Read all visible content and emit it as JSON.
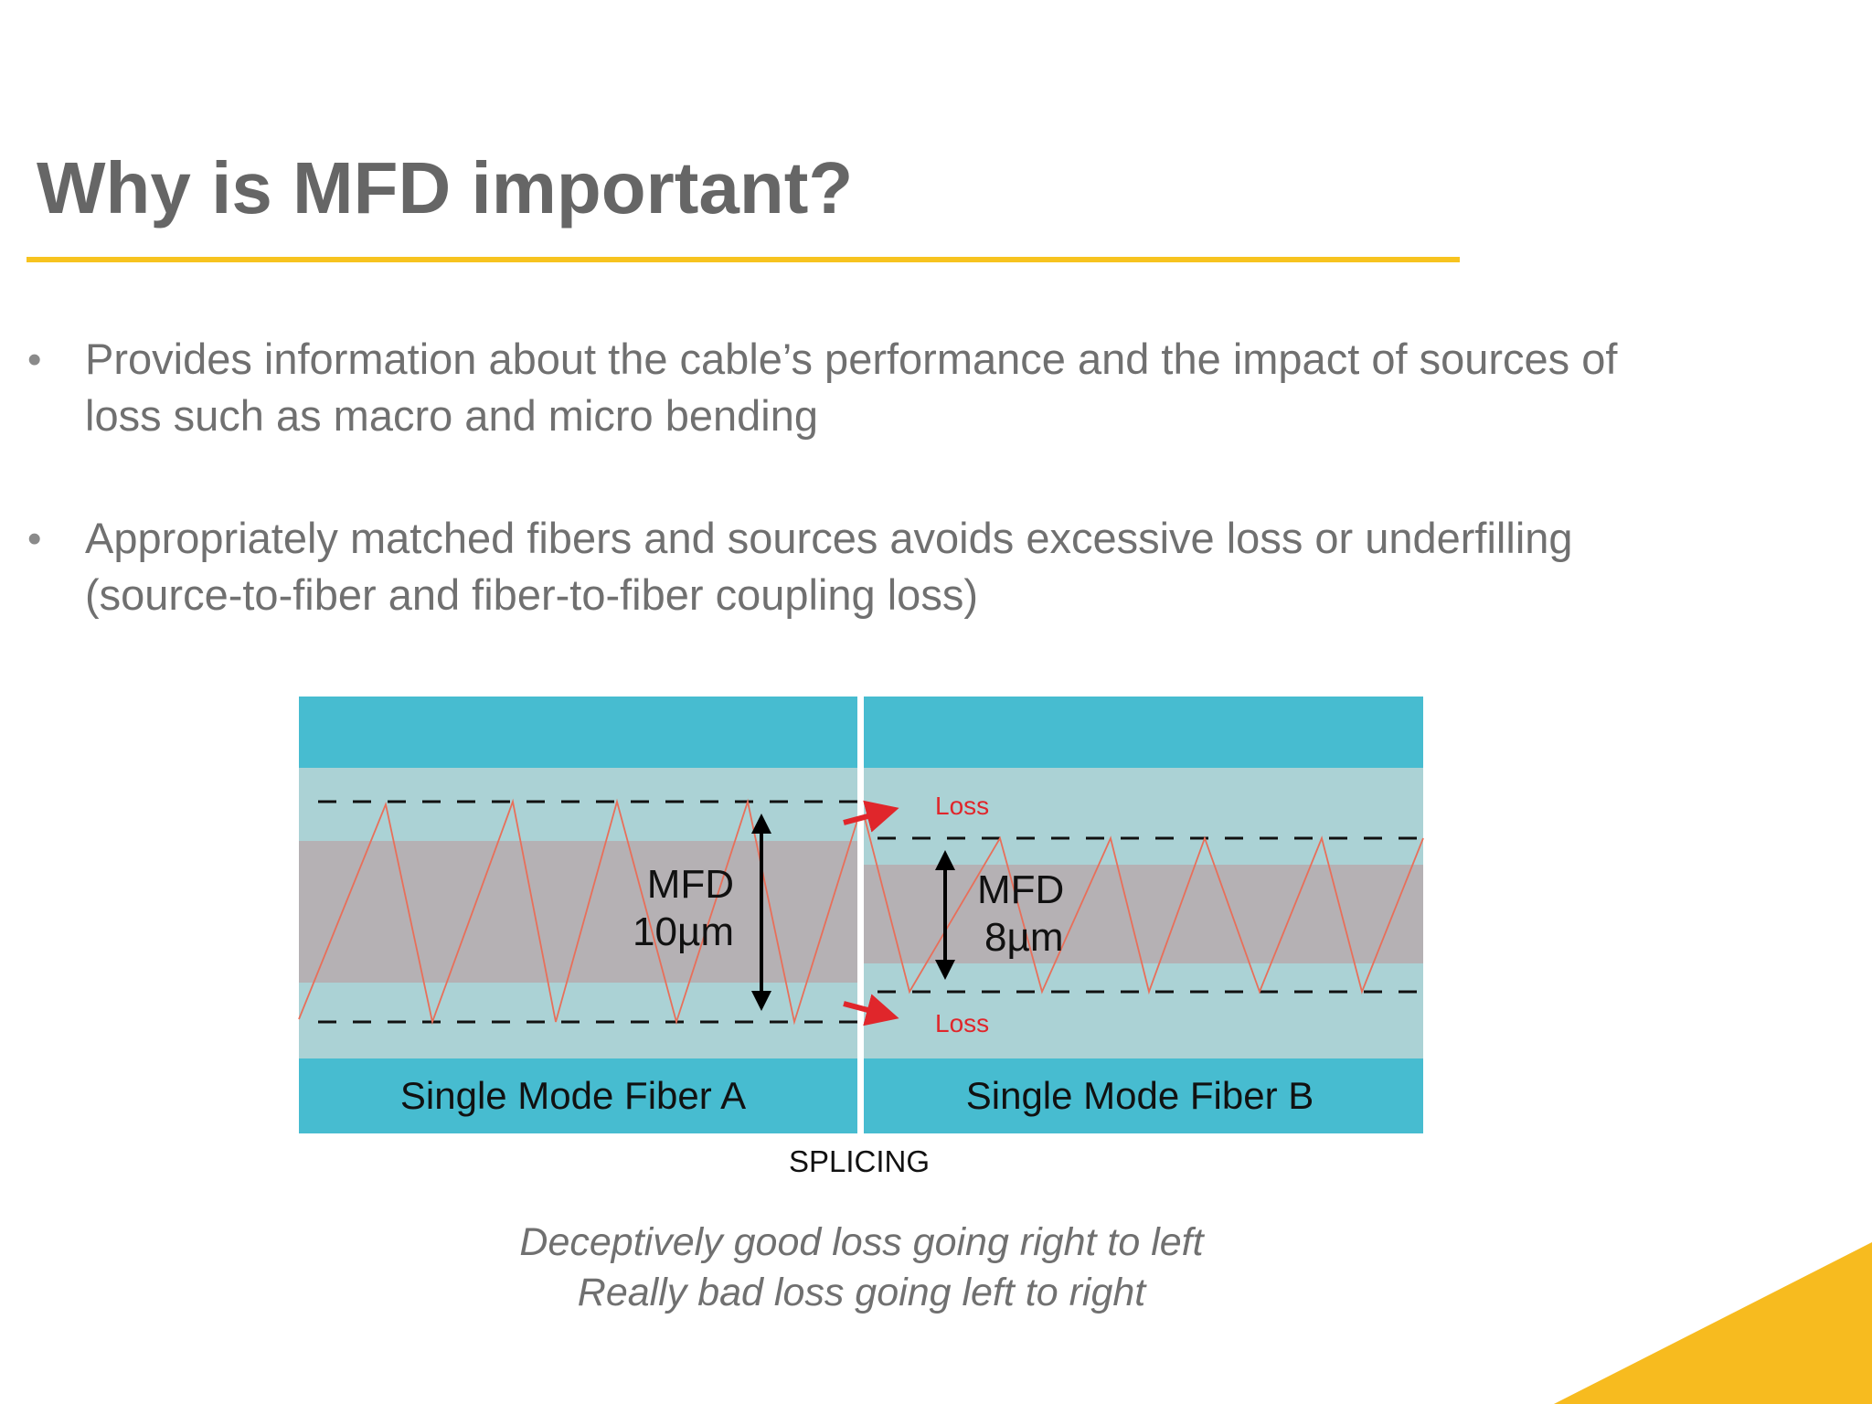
{
  "slide": {
    "title": "Why is MFD important?",
    "accent_color": "#f7c31f",
    "bullets": [
      {
        "line1": "Provides information about the cable’s performance and the impact of sources of",
        "line2": "loss such as macro and micro bending"
      },
      {
        "line1": "Appropriately matched fibers and sources avoids excessive loss or underfilling",
        "line2": "(source-to-fiber and fiber-to-fiber coupling loss)"
      }
    ]
  },
  "diagram": {
    "fiber_a": {
      "label": "Single Mode Fiber A",
      "mfd_line1": "MFD",
      "mfd_line2": "10µm"
    },
    "fiber_b": {
      "label": "Single Mode Fiber B",
      "mfd_line1": "MFD",
      "mfd_line2": "8µm"
    },
    "loss_label_top": "Loss",
    "loss_label_bottom": "Loss",
    "splice_label": "SPLICING",
    "colors": {
      "cladding_outer": "#47bcd0",
      "cladding_inner": "#abd2d5",
      "core": "#b5b1b4",
      "light_ray": "#e86f5a",
      "loss": "#e0262b",
      "splice": "#ffffff"
    }
  },
  "caption": {
    "line1": "Deceptively good loss going right to left",
    "line2": "Really bad loss going left to right"
  }
}
